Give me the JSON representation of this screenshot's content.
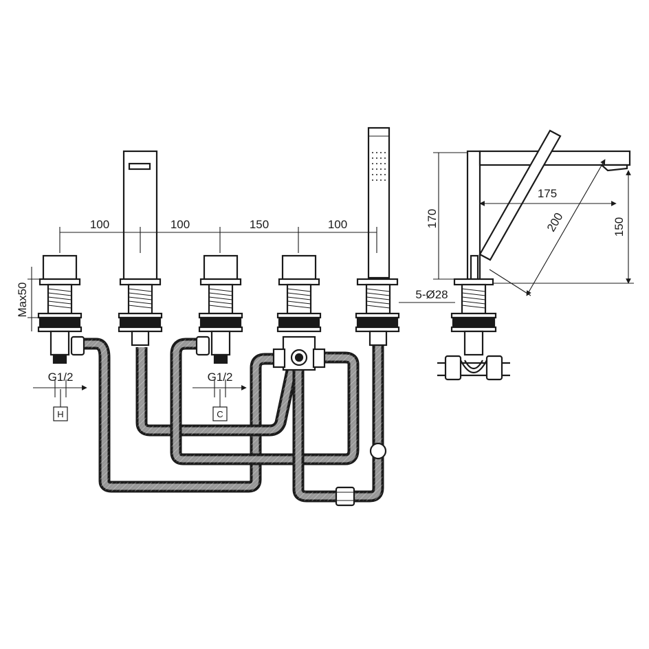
{
  "dimensions": {
    "spacing_1": "100",
    "spacing_2": "100",
    "spacing_3": "150",
    "spacing_4": "100",
    "max_height": "Max50",
    "thread_hot": "G1/2",
    "thread_cold": "G1/2",
    "hole_spec": "5-Ø28",
    "spout_height": "170",
    "spout_reach": "175",
    "spout_diagonal": "200",
    "outlet_height": "150"
  },
  "labels": {
    "hot": "H",
    "cold": "C"
  }
}
